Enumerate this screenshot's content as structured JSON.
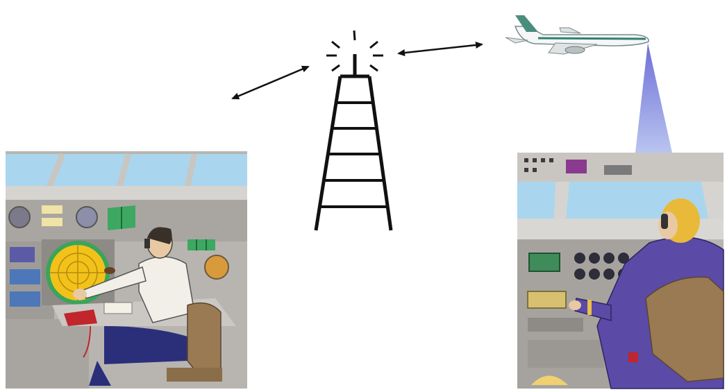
{
  "scene": {
    "description_free": true,
    "elements": [
      "control-tower-console",
      "radio-tower",
      "airliner",
      "cockpit-pilot"
    ]
  },
  "colors": {
    "panel_gray": "#b7b4b0",
    "panel_dark": "#8e8a86",
    "sky_blue": "#9fcfea",
    "radar_yellow": "#f2c21a",
    "radar_ring": "#3aa55a",
    "beam_purple": "#8a8fe0",
    "uniform_navy": "#2e3a86",
    "pilot_purple": "#5b4aa6",
    "hair_blond": "#e9b93a",
    "chair_brown": "#9a7a52",
    "phone_red": "#c0262b"
  }
}
